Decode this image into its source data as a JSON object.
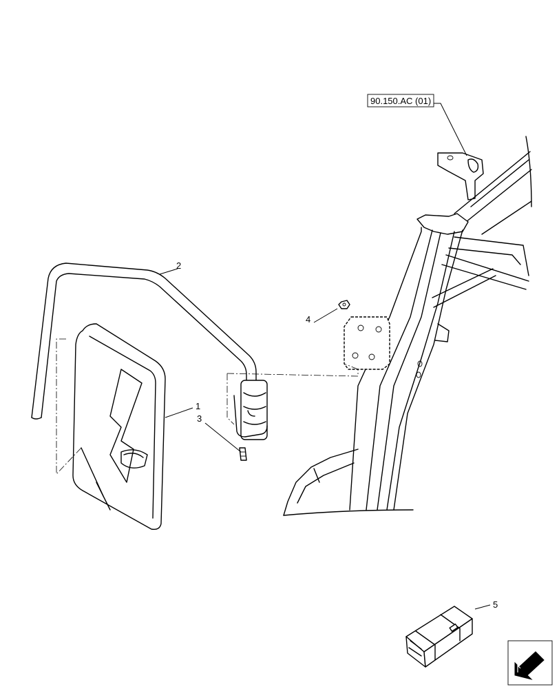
{
  "diagram": {
    "reference_box": {
      "label": "90.150.AC (01)"
    },
    "callouts": [
      {
        "id": "1",
        "label": "1"
      },
      {
        "id": "2",
        "label": "2"
      },
      {
        "id": "3",
        "label": "3"
      },
      {
        "id": "4",
        "label": "4"
      },
      {
        "id": "5",
        "label": "5"
      }
    ],
    "nav_icon": "arrow-down-left-icon"
  }
}
